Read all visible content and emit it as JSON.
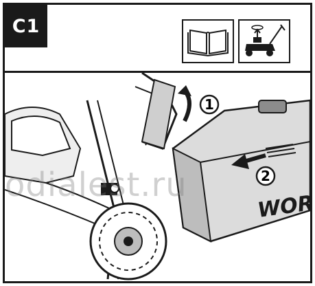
{
  "step": {
    "label": "C1"
  },
  "callouts": [
    {
      "number": "1"
    },
    {
      "number": "2"
    }
  ],
  "brand": {
    "text": "WOR"
  },
  "watermark": {
    "text": "odialest.ru"
  },
  "icons": [
    {
      "name": "manual-book-icon"
    },
    {
      "name": "mower-unplug-icon"
    }
  ],
  "colors": {
    "ink": "#1a1a1a",
    "panel": "#dcdcdc",
    "shade": "#8c8c8c"
  }
}
